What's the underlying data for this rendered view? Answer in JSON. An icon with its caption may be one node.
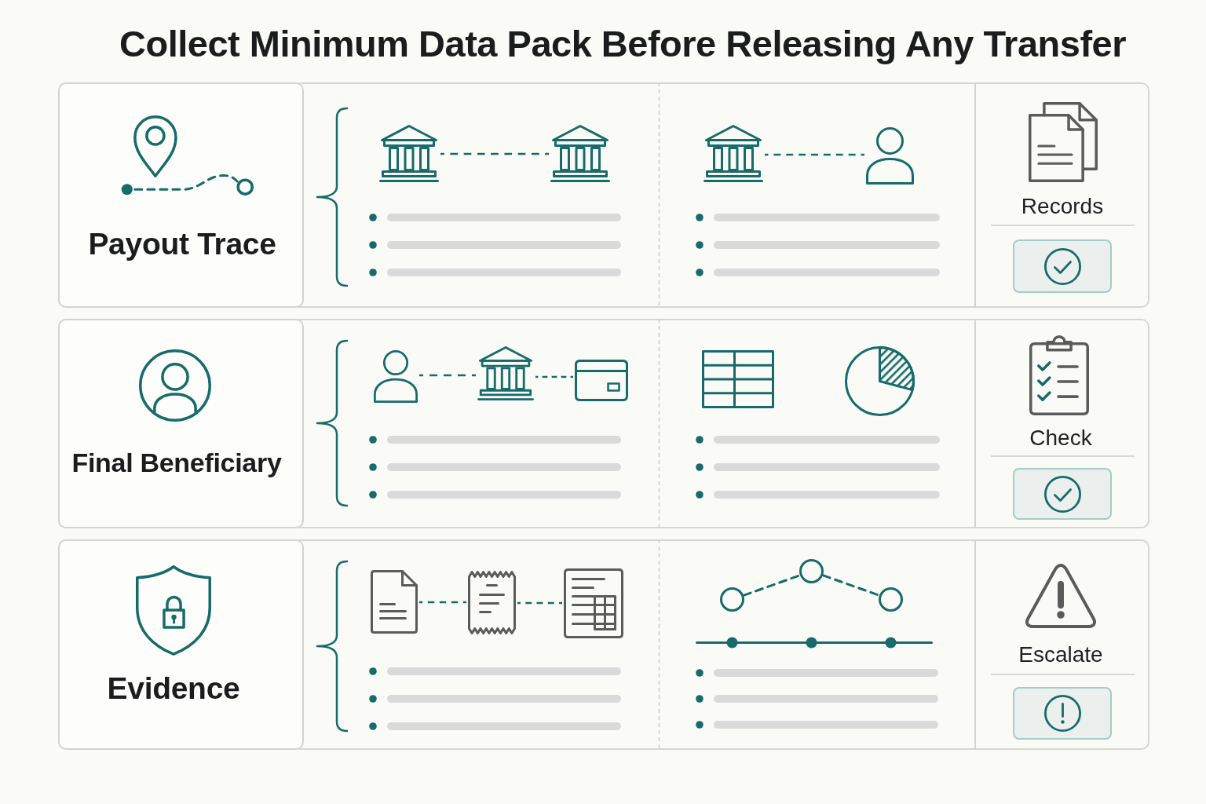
{
  "diagram": {
    "title": "Collect Minimum Data Pack Before Releasing Any Transfer",
    "nodes": [
      {
        "text": [],
        "shape": "box"
      },
      {
        "text": [
          "Payout Trace"
        ],
        "in": 0
      },
      {
        "text": [],
        "shape": "picture",
        "in": 0
      },
      {
        "text": [],
        "shape": "picture",
        "in": 0
      },
      {
        "text": [],
        "shape": "picture",
        "in": 0
      },
      {
        "text": [],
        "shape": "picture",
        "in": 0
      },
      {
        "text": [
          "Records"
        ],
        "in": 0
      },
      {
        "text": [],
        "shape": "box"
      },
      {
        "text": [
          "Final Beneficiary"
        ],
        "in": 7
      },
      {
        "text": [],
        "shape": "picture",
        "in": 7
      },
      {
        "text": [],
        "shape": "picture",
        "in": 7
      },
      {
        "text": [],
        "shape": "picture",
        "in": 7
      },
      {
        "text": [
          "Check"
        ],
        "in": 7
      },
      {
        "text": [],
        "shape": "box"
      },
      {
        "text": [
          "Evidence"
        ],
        "in": 13
      },
      {
        "text": [],
        "shape": "picture",
        "in": 13
      },
      {
        "text": [],
        "shape": "picture",
        "in": 13
      },
      {
        "text": [],
        "shape": "picture",
        "in": 13
      },
      {
        "text": [
          "Escalate"
        ],
        "in": 13
      }
    ],
    "edges": [
      {
        "from": 2,
        "to": 3,
        "arrow": "none",
        "style": "dashed"
      },
      {
        "from": 4,
        "to": 5,
        "arrow": "none",
        "style": "dashed"
      },
      {
        "from": 9,
        "to": 10,
        "arrow": "none",
        "style": "dashed"
      },
      {
        "from": 10,
        "to": 11,
        "arrow": "none",
        "style": "dashed"
      },
      {
        "from": 15,
        "to": 16,
        "arrow": "none",
        "style": "dashed"
      },
      {
        "from": 16,
        "to": 17,
        "arrow": "none",
        "style": "dashed"
      }
    ]
  }
}
